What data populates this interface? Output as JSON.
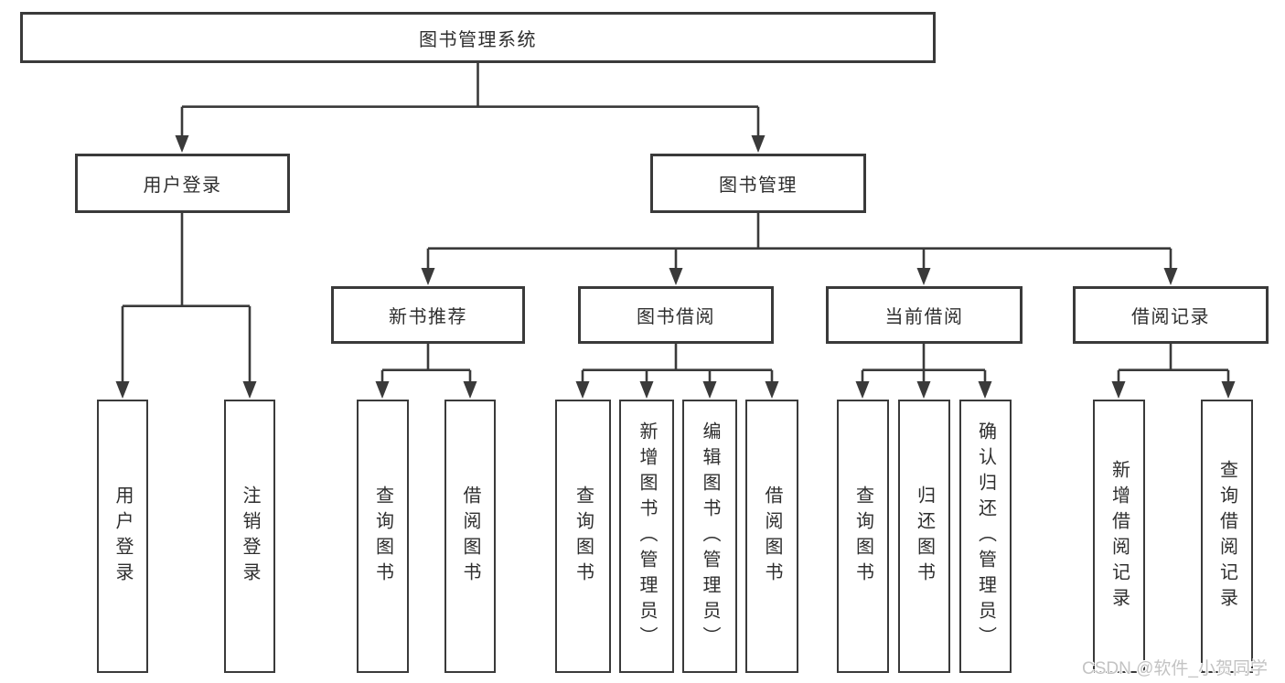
{
  "diagram_title": "图书管理系统",
  "watermark": "CSDN @软件_小贺同学",
  "colors": {
    "line": "#3a3a3a",
    "text": "#2e2e2e",
    "background": "#ffffff",
    "watermark": "#c3c3c3"
  },
  "nodes": {
    "root": {
      "label": "图书管理系统"
    },
    "user_login": {
      "label": "用户登录"
    },
    "book_management": {
      "label": "图书管理"
    },
    "new_book_recommend": {
      "label": "新书推荐"
    },
    "book_borrowing": {
      "label": "图书借阅"
    },
    "current_borrowing": {
      "label": "当前借阅"
    },
    "borrowing_records": {
      "label": "借阅记录"
    },
    "leaf_user_login": {
      "label": "用户登录"
    },
    "leaf_logout": {
      "label": "注销登录"
    },
    "leaf_nb_query_books": {
      "label": "查询图书"
    },
    "leaf_nb_borrow_books": {
      "label": "借阅图书"
    },
    "leaf_bb_query_books": {
      "label": "查询图书"
    },
    "leaf_bb_add_books": {
      "label": "新增图书（管理员）"
    },
    "leaf_bb_edit_books": {
      "label": "编辑图书（管理员）"
    },
    "leaf_bb_borrow_books": {
      "label": "借阅图书"
    },
    "leaf_cb_query_books": {
      "label": "查询图书"
    },
    "leaf_cb_return_books": {
      "label": "归还图书"
    },
    "leaf_cb_confirm_return": {
      "label": "确认归还（管理员）"
    },
    "leaf_br_add_record": {
      "label": "新增借阅记录"
    },
    "leaf_br_query_record": {
      "label": "查询借阅记录"
    }
  },
  "edges": [
    [
      "root",
      "user_login"
    ],
    [
      "root",
      "book_management"
    ],
    [
      "user_login",
      "leaf_user_login"
    ],
    [
      "user_login",
      "leaf_logout"
    ],
    [
      "book_management",
      "new_book_recommend"
    ],
    [
      "book_management",
      "book_borrowing"
    ],
    [
      "book_management",
      "current_borrowing"
    ],
    [
      "book_management",
      "borrowing_records"
    ],
    [
      "new_book_recommend",
      "leaf_nb_query_books"
    ],
    [
      "new_book_recommend",
      "leaf_nb_borrow_books"
    ],
    [
      "book_borrowing",
      "leaf_bb_query_books"
    ],
    [
      "book_borrowing",
      "leaf_bb_add_books"
    ],
    [
      "book_borrowing",
      "leaf_bb_edit_books"
    ],
    [
      "book_borrowing",
      "leaf_bb_borrow_books"
    ],
    [
      "current_borrowing",
      "leaf_cb_query_books"
    ],
    [
      "current_borrowing",
      "leaf_cb_return_books"
    ],
    [
      "current_borrowing",
      "leaf_cb_confirm_return"
    ],
    [
      "borrowing_records",
      "leaf_br_add_record"
    ],
    [
      "borrowing_records",
      "leaf_br_query_record"
    ]
  ]
}
